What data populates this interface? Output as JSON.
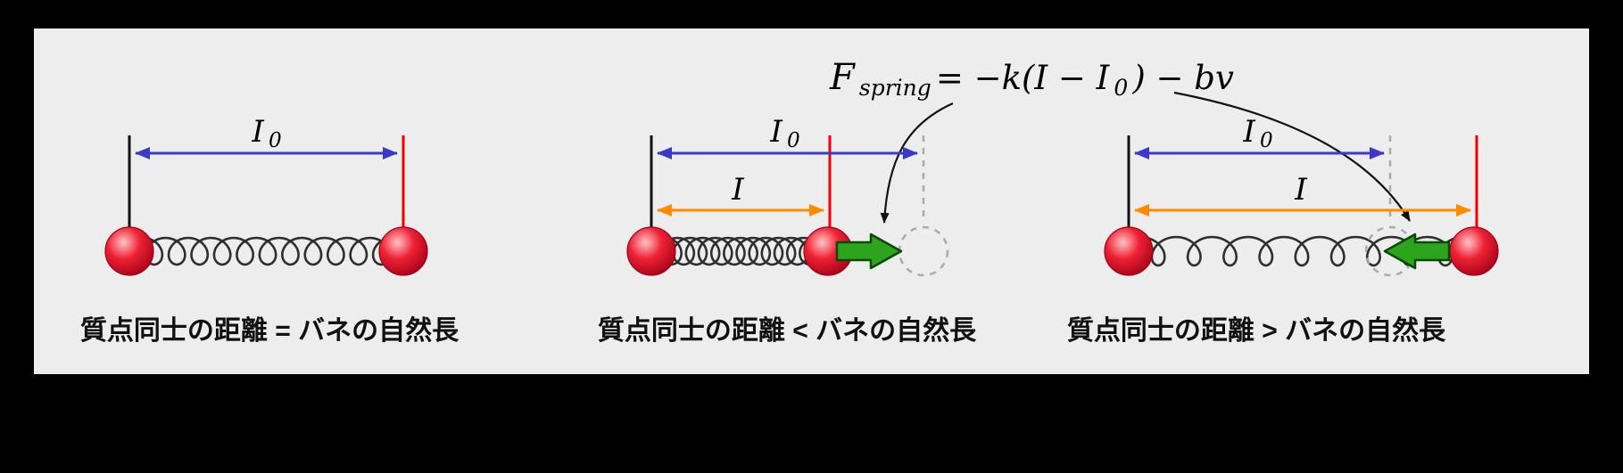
{
  "colors": {
    "background": "#000000",
    "panel_bg": "#ededed",
    "natural_arrow": "#3a3ac8",
    "length_arrow": "#ff8a00",
    "force_fill": "#2ca41c",
    "force_stroke": "#0a4a00",
    "mass_highlight": "#ffc4c4",
    "mass_mid": "#ee2236",
    "mass_edge": "#a30016",
    "rod_left": "#111111",
    "rod_right": "#f40000",
    "spring": "#2f2f2f",
    "ghost": "#aaaaaa",
    "annotation": "#111111"
  },
  "formula": {
    "lhs": "F",
    "lhs_sub": "spring",
    "mid": " = −k(I − I",
    "sub_zero": "0",
    "end": ") − bv"
  },
  "panels": [
    {
      "natural_length_label": "I",
      "natural_length_sub": "0",
      "caption": "質点同士の距離 = バネの自然長"
    },
    {
      "natural_length_label": "I",
      "natural_length_sub": "0",
      "current_length_label": "I",
      "caption": "質点同士の距離 < バネの自然長"
    },
    {
      "natural_length_label": "I",
      "natural_length_sub": "0",
      "current_length_label": "I",
      "caption": "質点同士の距離 > バネの自然長"
    }
  ]
}
